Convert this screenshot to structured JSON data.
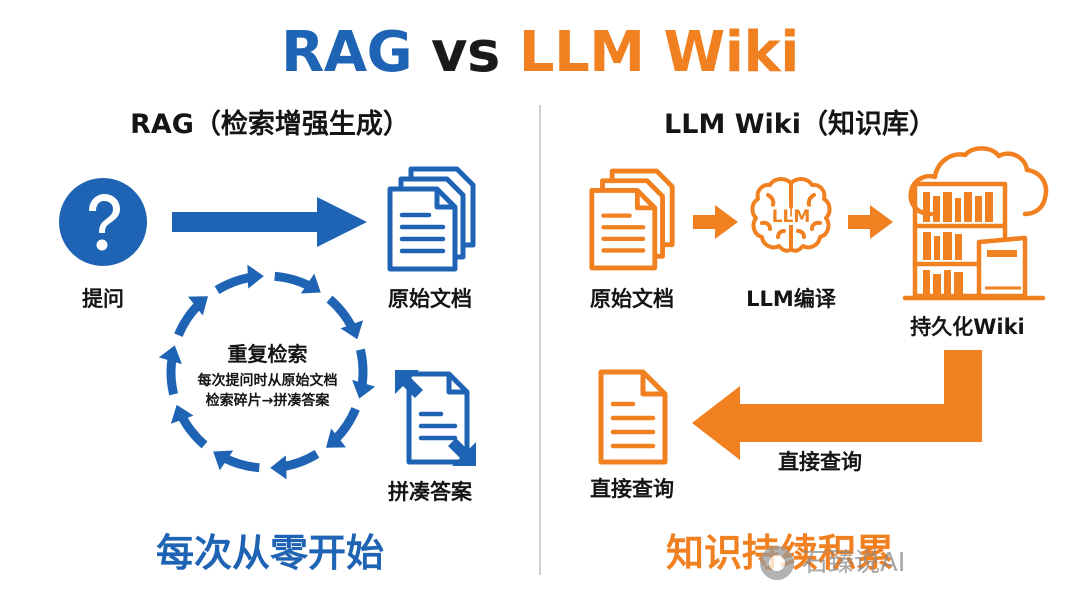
{
  "title": {
    "left": "RAG",
    "vs": "vs",
    "right": "LLM Wiki"
  },
  "rag": {
    "subtitle": "RAG（检索增强生成）",
    "question_label": "提问",
    "docs_label": "原始文档",
    "cycle_title": "重复检索",
    "cycle_desc_line1": "每次提问时从原始文档",
    "cycle_desc_line2": "检索碎片→拼凑答案",
    "assemble_label": "拼凑答案",
    "bottom": "每次从零开始",
    "icons": [
      "question-icon",
      "documents-icon",
      "cycle-arrows-icon",
      "assemble-document-icon"
    ]
  },
  "wiki": {
    "subtitle": "LLM Wiki（知识库）",
    "docs_label": "原始文档",
    "brain_text": "LLM",
    "compile_label": "LLM编译",
    "persist_label": "持久化Wiki",
    "query_label_arrow": "直接查询",
    "query_label_doc": "直接查询",
    "bottom": "知识持续积累",
    "icons": [
      "documents-icon",
      "brain-icon",
      "bookshelf-cloud-icon",
      "document-icon"
    ]
  },
  "watermark": "石臻说AI",
  "colors": {
    "blue": "#1f64b4",
    "orange": "#f08020",
    "dark": "#151515"
  }
}
